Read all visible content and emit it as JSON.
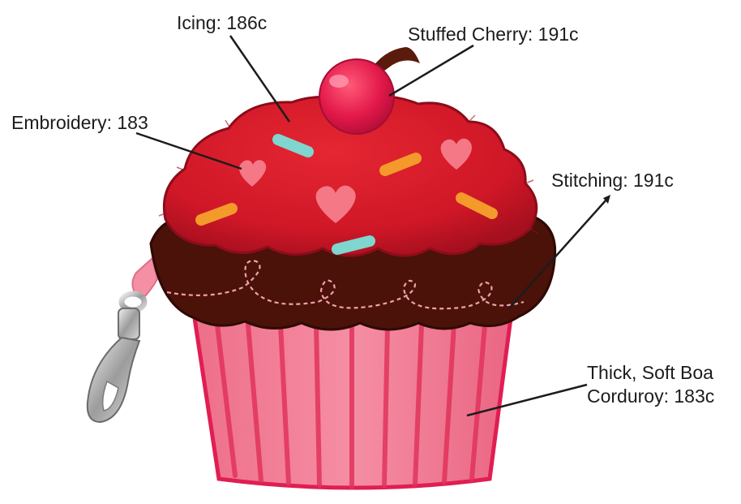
{
  "callouts": {
    "icing": "Icing:  186c",
    "cherry": "Stuffed Cherry: 191c",
    "embroidery": "Embroidery: 183",
    "stitching": "Stitching: 191c",
    "boa_line1": "Thick, Soft Boa",
    "boa_line2": "Corduroy: 183c"
  },
  "colors": {
    "frosting": "#d71a2b",
    "chocolate": "#4a1208",
    "wrapper": "#f07a92",
    "wrapper_stripe": "#e2335c",
    "cherry": "#e8214f",
    "sprinkle_teal": "#7fd6cf",
    "sprinkle_orange": "#f39a2a",
    "heart": "#f47886",
    "clasp": "#b8b8b8"
  },
  "icons": {
    "clasp": "lobster-clasp-icon",
    "heart": "heart-icon"
  }
}
